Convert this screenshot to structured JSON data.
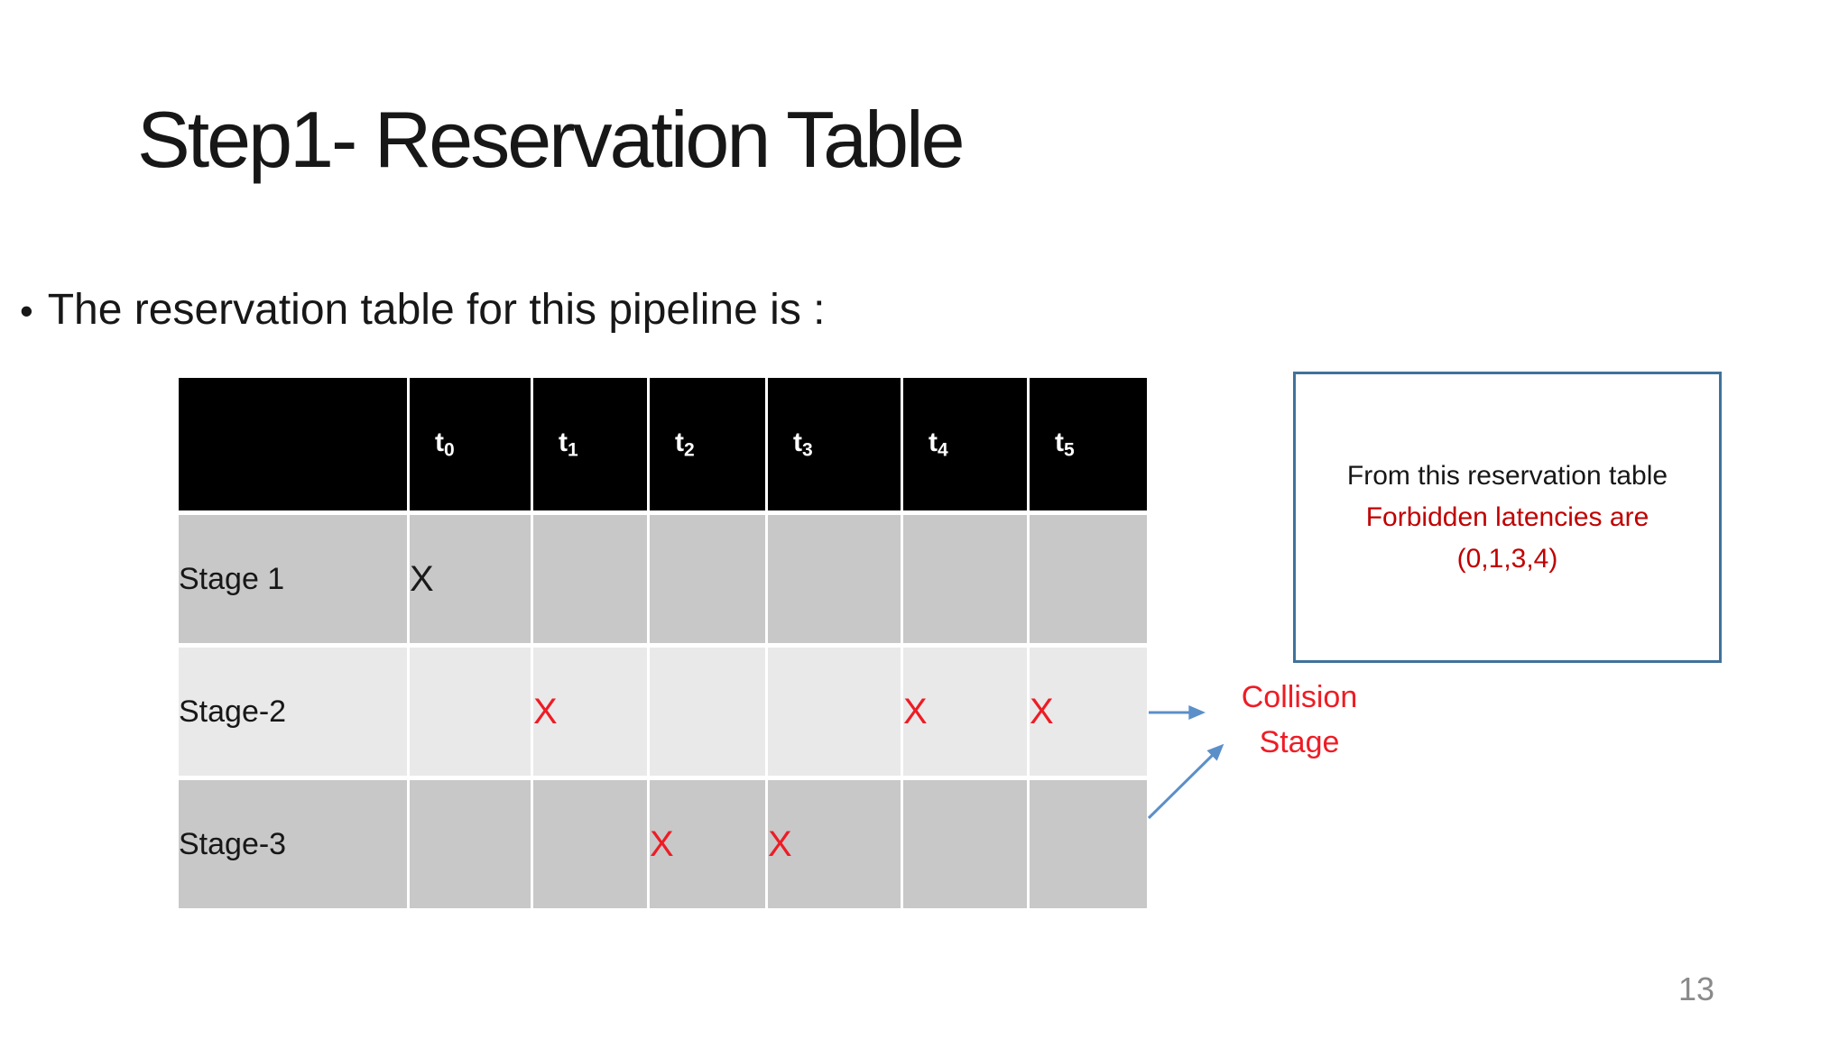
{
  "colors": {
    "header_bg": "#000000",
    "row_dark_gray": "#c8c8c8",
    "row_light_gray": "#e9e9e9",
    "x_mark_red": "#ee1c25",
    "x_mark_black": "#1a1a1a",
    "forbidden_text_red": "#c00000",
    "callout_border_blue": "#41719c",
    "arrow_blue": "#5b8fc9",
    "page_number_gray": "#8a8a8a"
  },
  "title": "Step1- Reservation Table",
  "bullet": {
    "glyph": "•",
    "text": "The reservation table for this pipeline is :"
  },
  "table": {
    "header": {
      "corner": "",
      "columns": [
        {
          "base": "t",
          "sub": "0"
        },
        {
          "base": "t",
          "sub": "1"
        },
        {
          "base": "t",
          "sub": "2"
        },
        {
          "base": "t",
          "sub": "3"
        },
        {
          "base": "t",
          "sub": "4"
        },
        {
          "base": "t",
          "sub": "5"
        }
      ]
    },
    "rows": [
      {
        "label": "Stage 1",
        "cells": [
          "X",
          "",
          "",
          "",
          "",
          ""
        ]
      },
      {
        "label": "Stage-2",
        "cells": [
          "",
          "X",
          "",
          "",
          "X",
          "X"
        ]
      },
      {
        "label": "Stage-3",
        "cells": [
          "",
          "",
          "X",
          "X",
          "",
          ""
        ]
      }
    ]
  },
  "callout": {
    "line1": "From this reservation table",
    "line2": "Forbidden latencies are",
    "line3": "(0,1,3,4)"
  },
  "collision": {
    "line1": "Collision",
    "line2": "Stage"
  },
  "page_number": "13"
}
